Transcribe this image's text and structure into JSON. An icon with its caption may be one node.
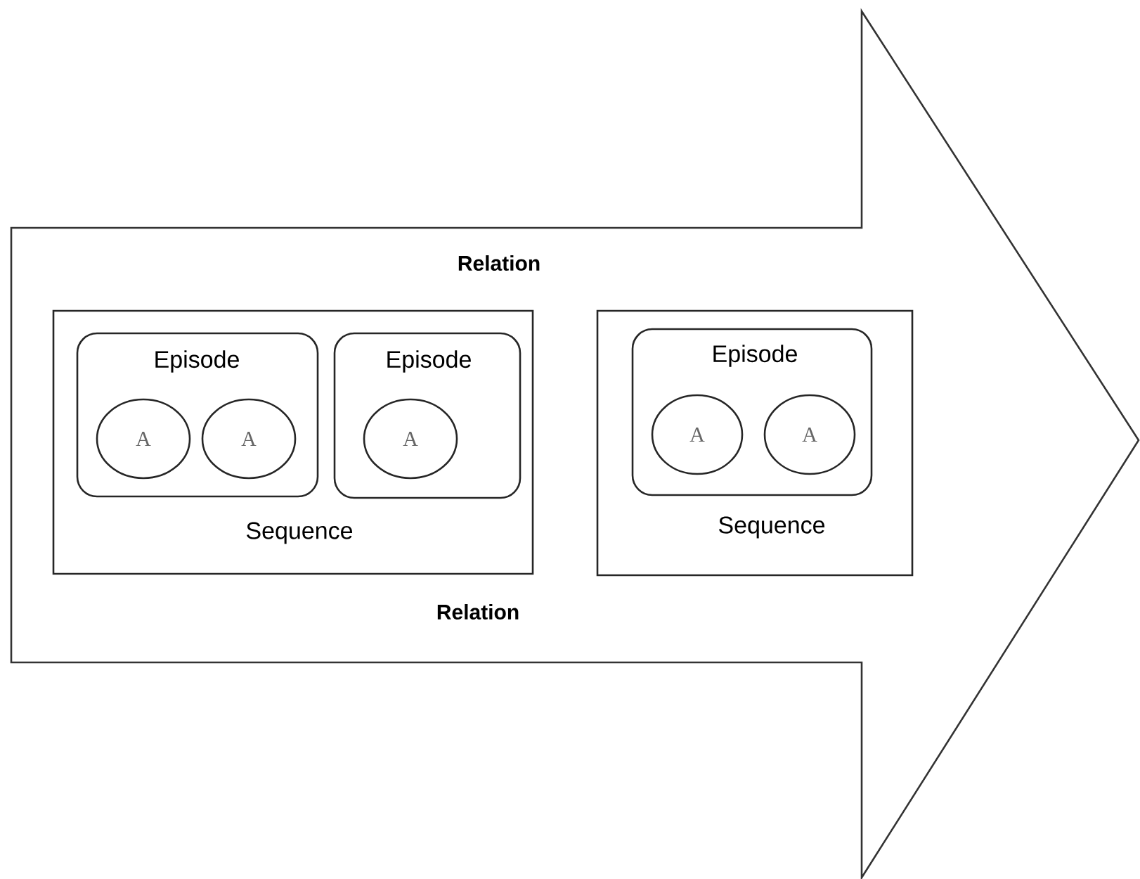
{
  "diagram": {
    "nodes": [
      {
        "text": [
          "Relation",
          "Relation"
        ]
      },
      {
        "text": [
          "Sequence"
        ],
        "in": 0
      },
      {
        "text": [
          "Episode"
        ],
        "in": 1
      },
      {
        "text": [
          "A"
        ],
        "in": 2
      },
      {
        "text": [
          "A"
        ],
        "in": 2
      },
      {
        "text": [
          "Episode"
        ],
        "in": 1
      },
      {
        "text": [
          "A"
        ],
        "in": 5
      },
      {
        "text": [
          "Sequence"
        ],
        "in": 0
      },
      {
        "text": [
          "Episode"
        ],
        "in": 7
      },
      {
        "text": [
          "A"
        ],
        "in": 8
      },
      {
        "text": [
          "A"
        ],
        "in": 8
      }
    ],
    "edges": []
  }
}
